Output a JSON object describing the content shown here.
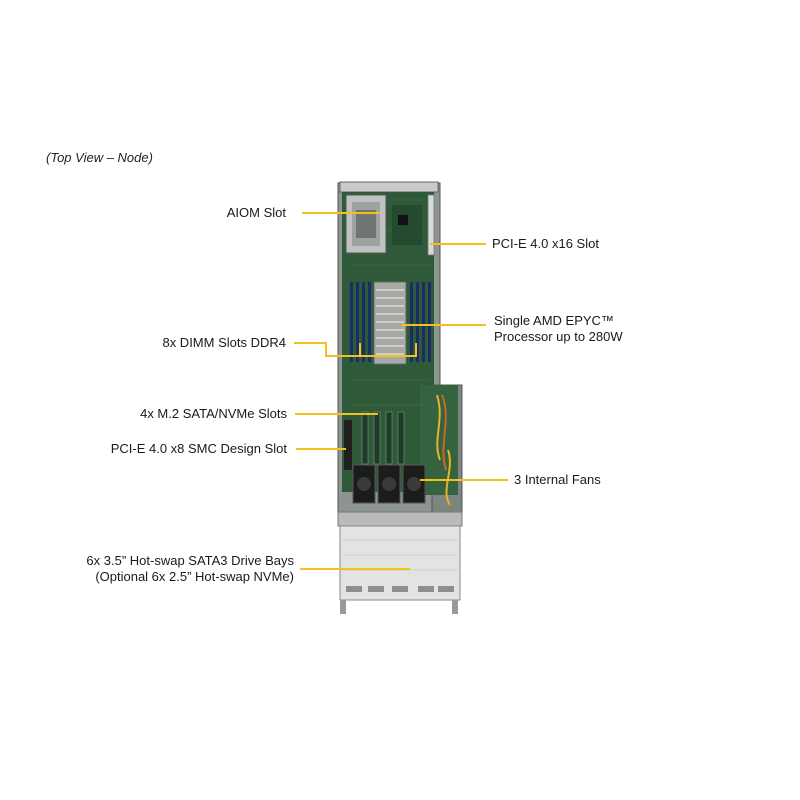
{
  "view_title": "(Top View – Node)",
  "colors": {
    "callout": "#f2c11a",
    "pcb": "#2f5a3a",
    "chassis": "#9a9a9a"
  },
  "callouts": {
    "aiom_slot": "AIOM Slot",
    "pcie_x16": "PCI-E 4.0 x16 Slot",
    "cpu_line1": "Single AMD EPYC™",
    "cpu_line2": "Processor up to 280W",
    "dimm": "8x DIMM Slots DDR4",
    "m2": "4x M.2 SATA/NVMe Slots",
    "pcie_x8": "PCI-E 4.0 x8 SMC Design Slot",
    "fans": "3 Internal  Fans",
    "drives_line1": "6x 3.5” Hot-swap SATA3 Drive Bays",
    "drives_line2": "(Optional 6x 2.5” Hot-swap NVMe)"
  }
}
